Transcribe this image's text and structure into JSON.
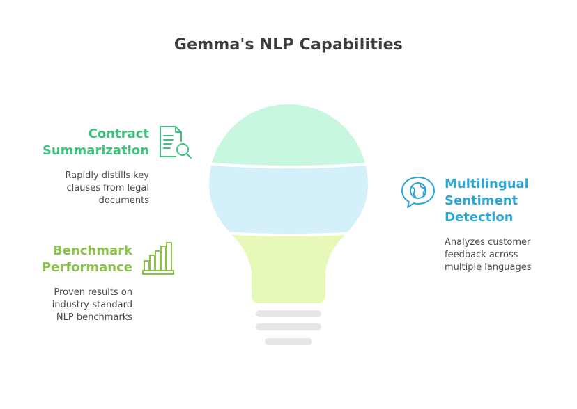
{
  "title": "Gemma's NLP Capabilities",
  "items": [
    {
      "heading_lines": [
        "Contract",
        "Summarization"
      ],
      "description_lines": [
        "Rapidly distills key",
        "clauses from legal",
        "documents"
      ],
      "icon": "document-search-icon",
      "color": "#3cc47e"
    },
    {
      "heading_lines": [
        "Benchmark",
        "Performance"
      ],
      "description_lines": [
        "Proven results on",
        "industry-standard",
        "NLP benchmarks"
      ],
      "icon": "bar-chart-icon",
      "color": "#8bc34a"
    },
    {
      "heading_lines": [
        "Multilingual",
        "Sentiment",
        "Detection"
      ],
      "description_lines": [
        "Analyzes customer",
        "feedback across",
        "multiple languages"
      ],
      "icon": "globe-speech-icon",
      "color": "#2ea6d6"
    }
  ],
  "colors": {
    "bulb_top": "#c8f7e0",
    "bulb_middle": "#d4f1fb",
    "bulb_bottom": "#e6f9b8",
    "bulb_base": "#e6e6e6",
    "title": "#3d3d3d"
  }
}
